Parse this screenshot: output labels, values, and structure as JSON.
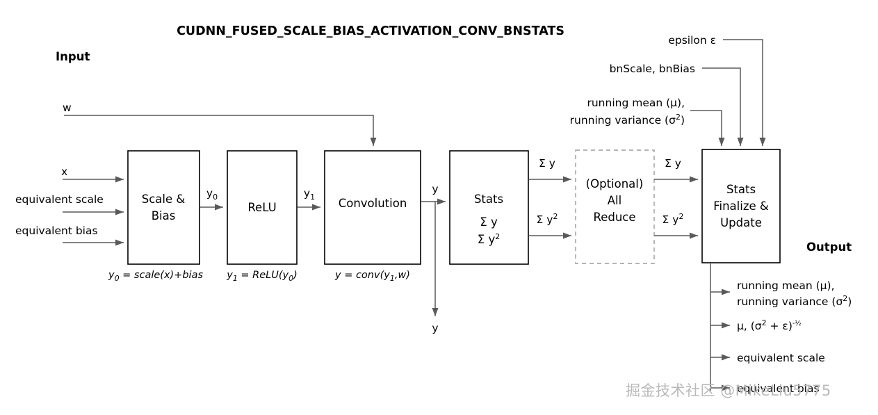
{
  "title": "CUDNN_FUSED_SCALE_BIAS_ACTIVATION_CONV_BNSTATS",
  "sections": {
    "input_label": "Input",
    "output_label": "Output"
  },
  "blocks": [
    {
      "id": "scale-bias",
      "lines": [
        "Scale &",
        "Bias"
      ],
      "style": "solid",
      "caption": "y₀ = scale(x)+bias"
    },
    {
      "id": "relu",
      "lines": [
        "ReLU"
      ],
      "style": "solid",
      "caption": "y₁ = ReLU(y₀)"
    },
    {
      "id": "convolution",
      "lines": [
        "Convolution"
      ],
      "style": "solid",
      "caption": "y = conv(y₁,w)"
    },
    {
      "id": "stats",
      "lines": [
        "Stats",
        "Σ y",
        "Σ y²"
      ],
      "style": "solid",
      "caption": ""
    },
    {
      "id": "all-reduce",
      "lines": [
        "(Optional)",
        "All",
        "Reduce"
      ],
      "style": "dashed",
      "caption": ""
    },
    {
      "id": "stats-finalize-update",
      "lines": [
        "Stats",
        "Finalize &",
        "Update"
      ],
      "style": "solid",
      "caption": ""
    }
  ],
  "block_text": {
    "scale_bias_l1": "Scale &",
    "scale_bias_l2": "Bias",
    "relu_l1": "ReLU",
    "convolution_l1": "Convolution",
    "stats_l1": "Stats",
    "stats_l2": "Σ y",
    "stats_l3a": "Σ y",
    "stats_l3b": "2",
    "allreduce_l1": "(Optional)",
    "allreduce_l2": "All",
    "allreduce_l3": "Reduce",
    "finalize_l1": "Stats",
    "finalize_l2": "Finalize &",
    "finalize_l3": "Update"
  },
  "captions": {
    "scale_bias_a": "y",
    "scale_bias_sub": "0",
    "scale_bias_b": " = scale(x)+bias",
    "relu_a": "y",
    "relu_sub": "1",
    "relu_b": " = ReLU(y",
    "relu_sub2": "0",
    "relu_c": ")",
    "conv_a": "y = conv(y",
    "conv_sub": "1",
    "conv_b": ",w)"
  },
  "left_inputs": [
    {
      "name": "w",
      "label": "w"
    },
    {
      "name": "x",
      "label": "x"
    },
    {
      "name": "equivalent-scale",
      "label": "equivalent scale"
    },
    {
      "name": "equivalent-bias",
      "label": "equivalent bias"
    }
  ],
  "left_input_text": {
    "w": "w",
    "x": "x",
    "equivalent_scale": "equivalent scale",
    "equivalent_bias": "equivalent bias"
  },
  "top_inputs": {
    "epsilon": "epsilon ε",
    "bn_scale_bias": "bnScale, bnBias",
    "running_mean_line1": "running mean (μ),",
    "running_variance_line2a": "running variance (σ",
    "running_variance_line2b": "2",
    "running_variance_line2c": ")"
  },
  "edge_labels": {
    "y0_a": "y",
    "y0_sub": "0",
    "y1_a": "y",
    "y1_sub": "1",
    "y_conv": "y",
    "y_down": "y",
    "sum_y_left": "Σ y",
    "sum_y2_left_a": "Σ y",
    "sum_y2_left_sup": "2",
    "sum_y_right": "Σ y",
    "sum_y2_right_a": "Σ y",
    "sum_y2_right_sup": "2"
  },
  "outputs": {
    "running_mean_line1": "running mean (μ),",
    "running_variance_line2a": "running variance (σ",
    "running_variance_line2b": "2",
    "running_variance_line2c": ")",
    "mu_sigma_a": "μ, (σ",
    "mu_sigma_sup1": "2",
    "mu_sigma_b": " + ε)",
    "mu_sigma_sup2": "-½",
    "equivalent_scale": "equivalent scale",
    "equivalent_bias": "equivalent bias"
  },
  "watermark": "掘金技术社区 @MikeLiu5775",
  "colors": {
    "background": "#ffffff",
    "box_stroke": "#000000",
    "dashed_stroke": "#9a9a9a",
    "connector": "#5a5a5a",
    "text": "#000000",
    "watermark": "#b9b9b9"
  }
}
